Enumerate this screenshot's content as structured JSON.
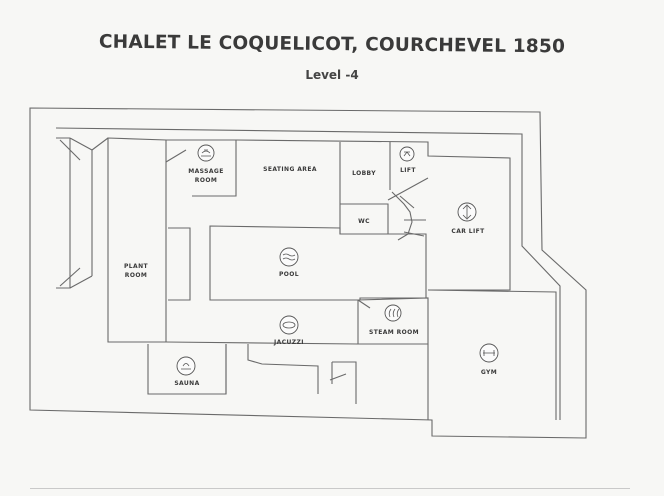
{
  "title": "CHALET LE COQUELICOT, COURCHEVEL 1850",
  "subtitle": "Level -4",
  "rooms": {
    "massage_line1": "MASSAGE",
    "massage_line2": "ROOM",
    "seating": "SEATING AREA",
    "lobby": "LOBBY",
    "lift": "LIFT",
    "wc": "WC",
    "car_lift": "CAR LIFT",
    "plant_line1": "PLANT",
    "plant_line2": "ROOM",
    "pool": "POOL",
    "steam": "STEAM ROOM",
    "jacuzzi": "JACUZZI",
    "sauna": "SAUNA",
    "gym": "GYM"
  },
  "icons": {
    "massage": "massage-icon",
    "lift": "lift-icon",
    "car_lift": "car-lift-icon",
    "pool": "pool-icon",
    "steam": "steam-icon",
    "jacuzzi": "jacuzzi-icon",
    "sauna": "sauna-icon",
    "gym": "gym-icon"
  }
}
